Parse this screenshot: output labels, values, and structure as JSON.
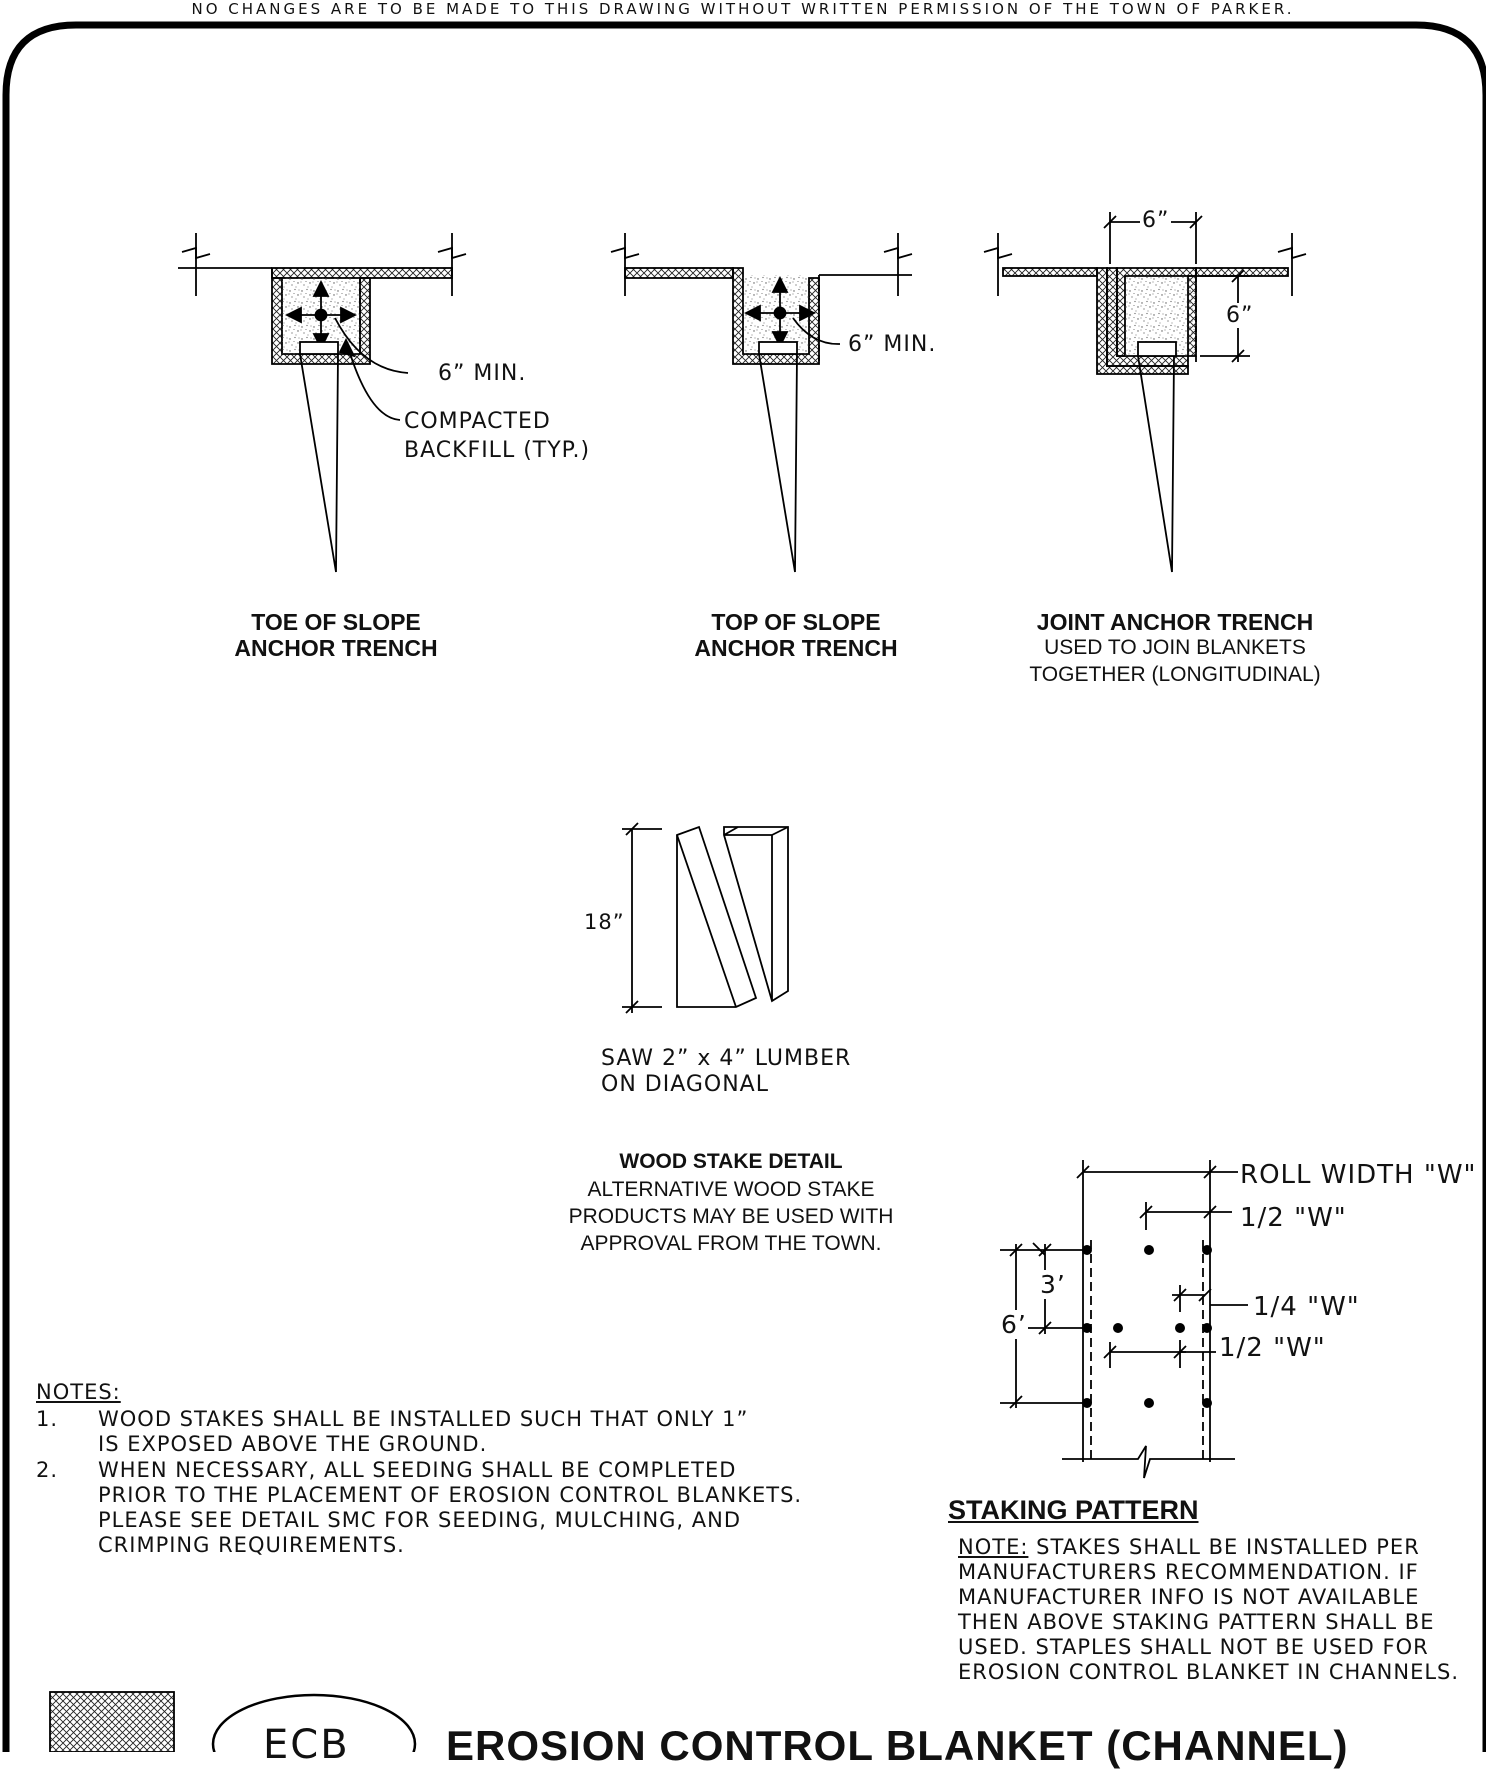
{
  "disclaimer": "NO CHANGES ARE TO BE MADE TO THIS DRAWING WITHOUT WRITTEN PERMISSION OF THE TOWN OF PARKER.",
  "toe": {
    "title1": "TOE OF SLOPE",
    "title2": "ANCHOR TRENCH",
    "dim": "6” MIN.",
    "callout1": "COMPACTED",
    "callout2": "BACKFILL (TYP.)"
  },
  "top": {
    "title1": "TOP OF SLOPE",
    "title2": "ANCHOR TRENCH",
    "dim": "6” MIN."
  },
  "joint": {
    "title": "JOINT ANCHOR TRENCH",
    "sub1": "USED TO JOIN BLANKETS",
    "sub2": "TOGETHER (LONGITUDINAL)",
    "dim_width": "6”",
    "dim_depth": "6”"
  },
  "stake": {
    "dim": "18”",
    "note1": "SAW 2” x 4” LUMBER",
    "note2": "ON DIAGONAL",
    "title": "WOOD STAKE DETAIL",
    "sub1": "ALTERNATIVE WOOD STAKE",
    "sub2": "PRODUCTS MAY BE USED WITH",
    "sub3": "APPROVAL FROM THE TOWN."
  },
  "pattern": {
    "roll_width": "ROLL WIDTH \"W\"",
    "half_w_top": "1/2 \"W\"",
    "quarter_w": "1/4 \"W\"",
    "half_w_mid": "1/2 \"W\"",
    "dim_3": "3’",
    "dim_6": "6’",
    "title": "STAKING PATTERN",
    "note_label": "NOTE:",
    "note_l1": "STAKES SHALL BE INSTALLED PER",
    "note_l2": "MANUFACTURERS RECOMMENDATION. IF",
    "note_l3": "MANUFACTURER INFO IS NOT AVAILABLE",
    "note_l4": "THEN ABOVE STAKING PATTERN SHALL BE",
    "note_l5": "USED. STAPLES SHALL NOT BE USED FOR",
    "note_l6": "EROSION CONTROL BLANKET IN CHANNELS."
  },
  "notes": {
    "heading": "NOTES:",
    "n1_num": "1.",
    "n1_l1": "WOOD STAKES SHALL BE INSTALLED SUCH THAT ONLY 1”",
    "n1_l2": "IS EXPOSED ABOVE THE GROUND.",
    "n2_num": "2.",
    "n2_l1": "WHEN NECESSARY, ALL SEEDING SHALL BE COMPLETED",
    "n2_l2": "PRIOR TO THE PLACEMENT OF EROSION CONTROL BLANKETS.",
    "n2_l3": "PLEASE SEE DETAIL SMC FOR SEEDING, MULCHING, AND",
    "n2_l4": "CRIMPING REQUIREMENTS."
  },
  "titleblock": {
    "code": "ECB",
    "title": "EROSION CONTROL BLANKET (CHANNEL)"
  }
}
